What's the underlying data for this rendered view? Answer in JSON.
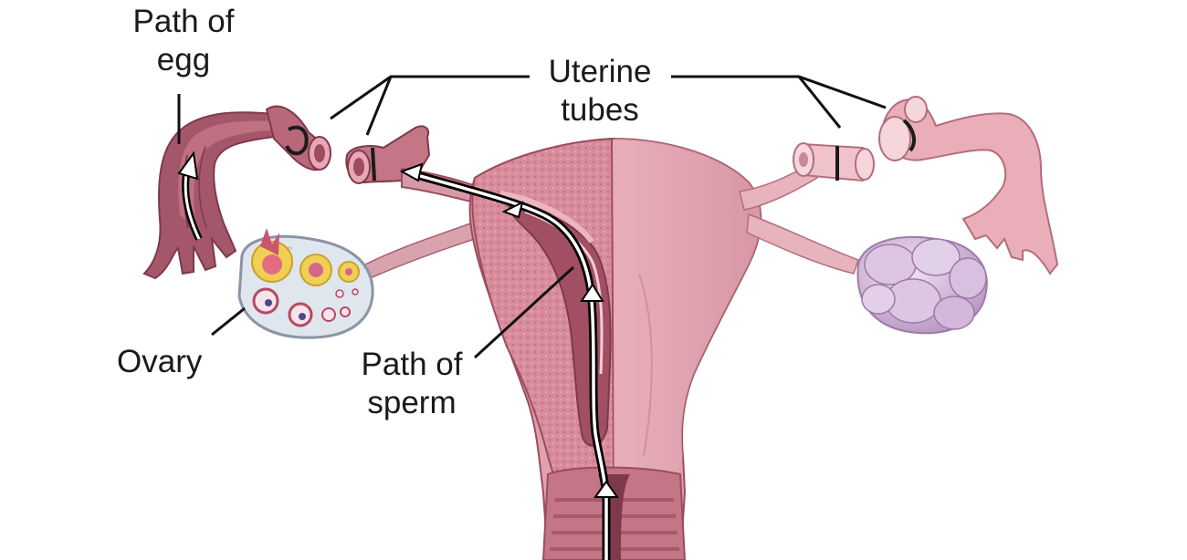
{
  "labels": {
    "path_of_egg": {
      "line1": "Path of",
      "line2": "egg"
    },
    "uterine_tubes": {
      "line1": "Uterine",
      "line2": "tubes"
    },
    "ovary": "Ovary",
    "path_of_sperm": {
      "line1": "Path of",
      "line2": "sperm"
    }
  },
  "colors": {
    "tissue_dark": "#a4566a",
    "tissue_mid": "#c98a98",
    "tissue_light": "#e7b3bd",
    "tissue_pale": "#f1cdd3",
    "ovary_cut": "#dfe6ee",
    "follicle_yellow": "#f0cf55",
    "ovary_intact": "#cfb3d6",
    "leader_line": "#111111",
    "path_arrow": "#ffffff"
  }
}
